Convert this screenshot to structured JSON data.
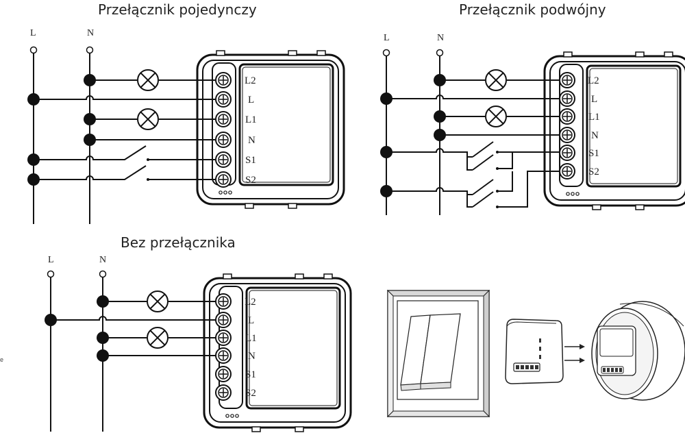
{
  "titles": {
    "single": "Przełącznik pojedynczy",
    "double": "Przełącznik podwójny",
    "none": "Bez przełącznika"
  },
  "line_labels": {
    "live": "L",
    "neutral": "N"
  },
  "module_terminals": [
    "L2",
    "L",
    "L1",
    "N",
    "S1",
    "S2"
  ],
  "icons": {
    "lamp": "lamp-icon",
    "switch": "switch-icon",
    "relay": "relay-module-icon",
    "wall_switch": "wall-switch-icon",
    "wall_box": "wall-box-icon"
  }
}
